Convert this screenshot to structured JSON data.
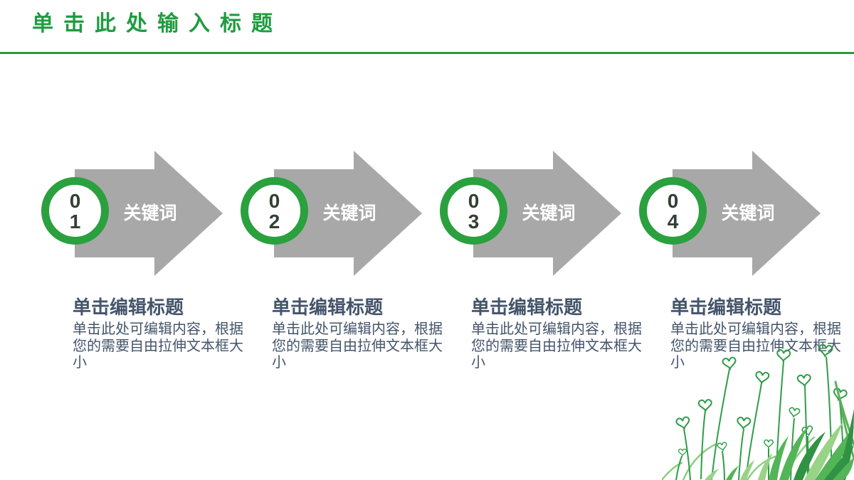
{
  "slide": {
    "title": "单击此处输入标题"
  },
  "steps": [
    {
      "digit_top": "0",
      "digit_bottom": "1",
      "keyword": "关键词",
      "heading": "单击编辑标题",
      "body": "单击此处可编辑内容，根据您的需要自由拉伸文本框大小"
    },
    {
      "digit_top": "0",
      "digit_bottom": "2",
      "keyword": "关键词",
      "heading": "单击编辑标题",
      "body": "单击此处可编辑内容，根据您的需要自由拉伸文本框大小"
    },
    {
      "digit_top": "0",
      "digit_bottom": "3",
      "keyword": "关键词",
      "heading": "单击编辑标题",
      "body": "单击此处可编辑内容，根据您的需要自由拉伸文本框大小"
    },
    {
      "digit_top": "0",
      "digit_bottom": "4",
      "keyword": "关键词",
      "heading": "单击编辑标题",
      "body": "单击此处可编辑内容，根据您的需要自由拉伸文本框大小"
    }
  ],
  "colors": {
    "title_green": "#1f9c40",
    "divider_green": "#21a03c",
    "ring_green": "#2ba03e",
    "stem_green": "#2e9d48",
    "arrow_gray": "#a8a8a8",
    "text_dark": "#44546a",
    "digit_dark": "#333f33",
    "keyword_white": "#ffffff"
  },
  "decoration": {
    "name": "grass-with-heart-flowers"
  }
}
